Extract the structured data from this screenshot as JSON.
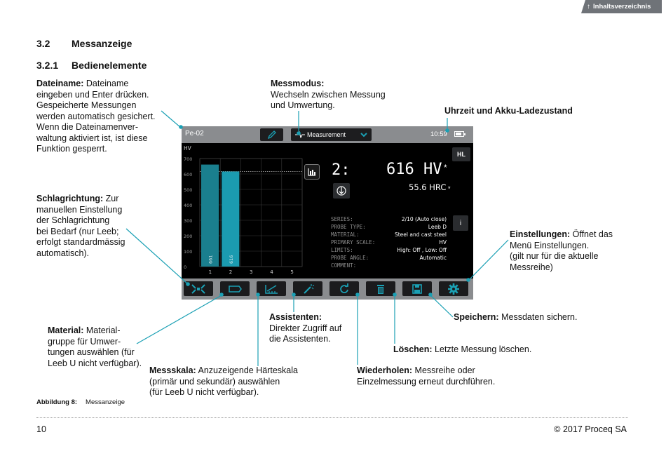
{
  "toc_tab": {
    "label": "Inhaltsverzeichnis"
  },
  "section": {
    "number": "3.2",
    "title": "Messanzeige"
  },
  "subsection": {
    "number": "3.2.1",
    "title": "Bedienelemente"
  },
  "annotations": {
    "dateiname": {
      "title": "Dateiname:",
      "lines": [
        " Dateiname",
        "eingeben und Enter drücken.",
        "Gespeicherte Messungen",
        "werden automatisch gesichert.",
        "Wenn die Dateinamenver-",
        "waltung aktiviert ist, ist diese",
        "Funktion gesperrt."
      ]
    },
    "messmodus": {
      "title": "Messmodus:",
      "lines": [
        "Wechseln zwischen Messung",
        "und Umwertung."
      ]
    },
    "uhrzeit": {
      "title": "Uhrzeit und Akku-Ladezustand"
    },
    "schlagrichtung": {
      "title": "Schlagrichtung:",
      "lines": [
        " Zur",
        "manuellen Einstellung",
        "der Schlagrichtung",
        "bei Bedarf (nur Leeb;",
        "erfolgt standardmässig",
        "automatisch)."
      ]
    },
    "einstellungen": {
      "title": "Einstellungen:",
      "lines": [
        " Öffnet das",
        "Menü Einstellungen.",
        "(gilt nur für die aktuelle",
        "Messreihe)"
      ]
    },
    "assistenten": {
      "title": "Assistenten:",
      "lines": [
        "Direkter Zugriff auf",
        "die Assistenten."
      ]
    },
    "speichern": {
      "title": "Speichern:",
      "text": " Messdaten sichern."
    },
    "material": {
      "title": "Material:",
      "lines": [
        " Material-",
        "gruppe für Umwer-",
        "tungen auswählen (für",
        "Leeb U nicht verfügbar)."
      ]
    },
    "loeschen": {
      "title": "Löschen:",
      "text": " Letzte Messung löschen."
    },
    "messskala": {
      "title": "Messskala:",
      "lines": [
        " Anzuzeigende Härteskala",
        "(primär und sekundär) auswählen",
        "(für Leeb U nicht verfügbar)."
      ]
    },
    "wiederholen": {
      "title": "Wiederholen:",
      "lines": [
        " Messreihe oder",
        "Einzelmessung erneut durchführen."
      ]
    }
  },
  "device": {
    "filename": "Pe-02",
    "mode_label": "Measurement",
    "time": "10:59",
    "battery_level": 0.75,
    "chart_data": {
      "type": "bar",
      "ylabel": "HV",
      "ylim": [
        0,
        700
      ],
      "yticks": [
        "700",
        "600",
        "500",
        "400",
        "300",
        "200",
        "100",
        "0"
      ],
      "categories": [
        "1",
        "2",
        "3",
        "4",
        "5"
      ],
      "values": [
        661,
        616,
        null,
        null,
        null
      ],
      "bar_labels": [
        "661",
        "616"
      ],
      "reference_line": 616
    },
    "result": {
      "hl_label": "HL",
      "sequence": "2:",
      "primary": "616 HV",
      "primary_mark": "*",
      "secondary": "55.6 HRC",
      "secondary_mark": "*"
    },
    "info": {
      "i_label": "i",
      "rows": [
        {
          "key": "SERIES:",
          "value": "2/10 (Auto close)"
        },
        {
          "key": "PROBE TYPE:",
          "value": "Leeb D"
        },
        {
          "key": "MATERIAL:",
          "value": "Steel and cast steel"
        },
        {
          "key": "PRIMARY SCALE:",
          "value": "HV"
        },
        {
          "key": "LIMITS:",
          "value": "High: Off , Low: Off"
        },
        {
          "key": "PROBE ANGLE:",
          "value": "Automatic"
        },
        {
          "key": "COMMENT:",
          "value": ""
        }
      ]
    },
    "toolbar_icons": [
      "impact-direction-icon",
      "material-icon",
      "scale-icon",
      "wizard-icon",
      "repeat-icon",
      "delete-icon",
      "save-icon",
      "settings-icon"
    ]
  },
  "figure": {
    "label": "Abbildung 8:",
    "caption": "Messanzeige"
  },
  "footer": {
    "page": "10",
    "copyright": "© 2017 Proceq SA"
  },
  "colors": {
    "accent": "#1a7f8e",
    "bar": "#1a7f8e",
    "bar_current": "#1b9bb0",
    "teal_icon": "#1aa0b4"
  }
}
